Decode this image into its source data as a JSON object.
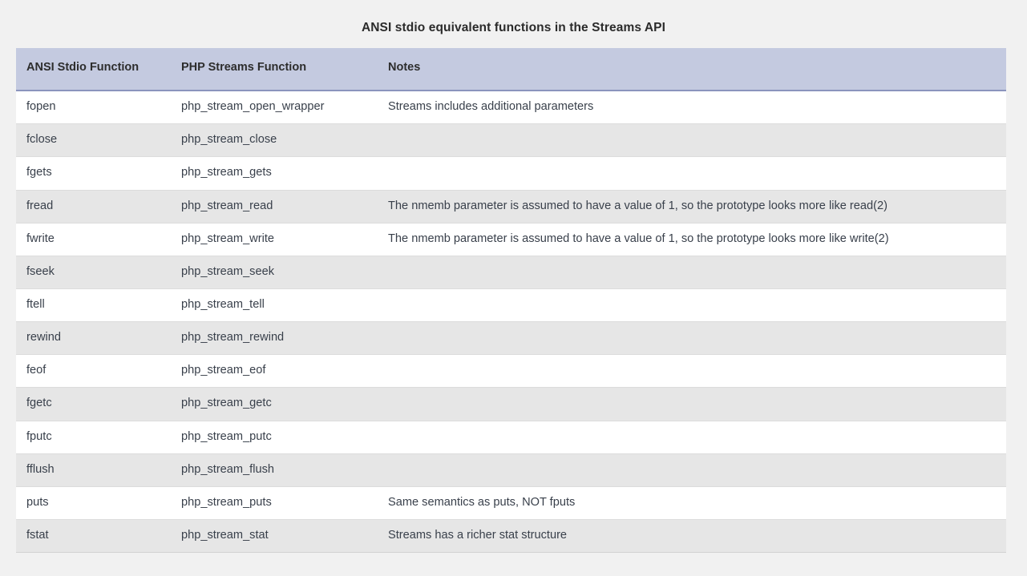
{
  "page": {
    "background_color": "#f1f1f1",
    "title": "ANSI stdio equivalent functions in the Streams API"
  },
  "theme": {
    "header_background": "#c4cae0",
    "header_border": "#8b94bd",
    "row_alt_background": "#e6e6e6",
    "row_background": "#ffffff",
    "text_color": "#39404b",
    "title_color": "#2b2b2b"
  },
  "table": {
    "columns": [
      {
        "key": "ansi",
        "label": "ANSI Stdio Function"
      },
      {
        "key": "php",
        "label": "PHP Streams Function"
      },
      {
        "key": "notes",
        "label": "Notes"
      }
    ],
    "rows": [
      {
        "ansi": "fopen",
        "php": "php_stream_open_wrapper",
        "notes": "Streams includes additional parameters"
      },
      {
        "ansi": "fclose",
        "php": "php_stream_close",
        "notes": ""
      },
      {
        "ansi": "fgets",
        "php": "php_stream_gets",
        "notes": ""
      },
      {
        "ansi": "fread",
        "php": "php_stream_read",
        "notes": "The nmemb parameter is assumed to have a value of 1, so the prototype looks more like read(2)"
      },
      {
        "ansi": "fwrite",
        "php": "php_stream_write",
        "notes": "The nmemb parameter is assumed to have a value of 1, so the prototype looks more like write(2)"
      },
      {
        "ansi": "fseek",
        "php": "php_stream_seek",
        "notes": ""
      },
      {
        "ansi": "ftell",
        "php": "php_stream_tell",
        "notes": ""
      },
      {
        "ansi": "rewind",
        "php": "php_stream_rewind",
        "notes": ""
      },
      {
        "ansi": "feof",
        "php": "php_stream_eof",
        "notes": ""
      },
      {
        "ansi": "fgetc",
        "php": "php_stream_getc",
        "notes": ""
      },
      {
        "ansi": "fputc",
        "php": "php_stream_putc",
        "notes": ""
      },
      {
        "ansi": "fflush",
        "php": "php_stream_flush",
        "notes": ""
      },
      {
        "ansi": "puts",
        "php": "php_stream_puts",
        "notes": "Same semantics as puts, NOT fputs"
      },
      {
        "ansi": "fstat",
        "php": "php_stream_stat",
        "notes": "Streams has a richer stat structure"
      }
    ]
  }
}
